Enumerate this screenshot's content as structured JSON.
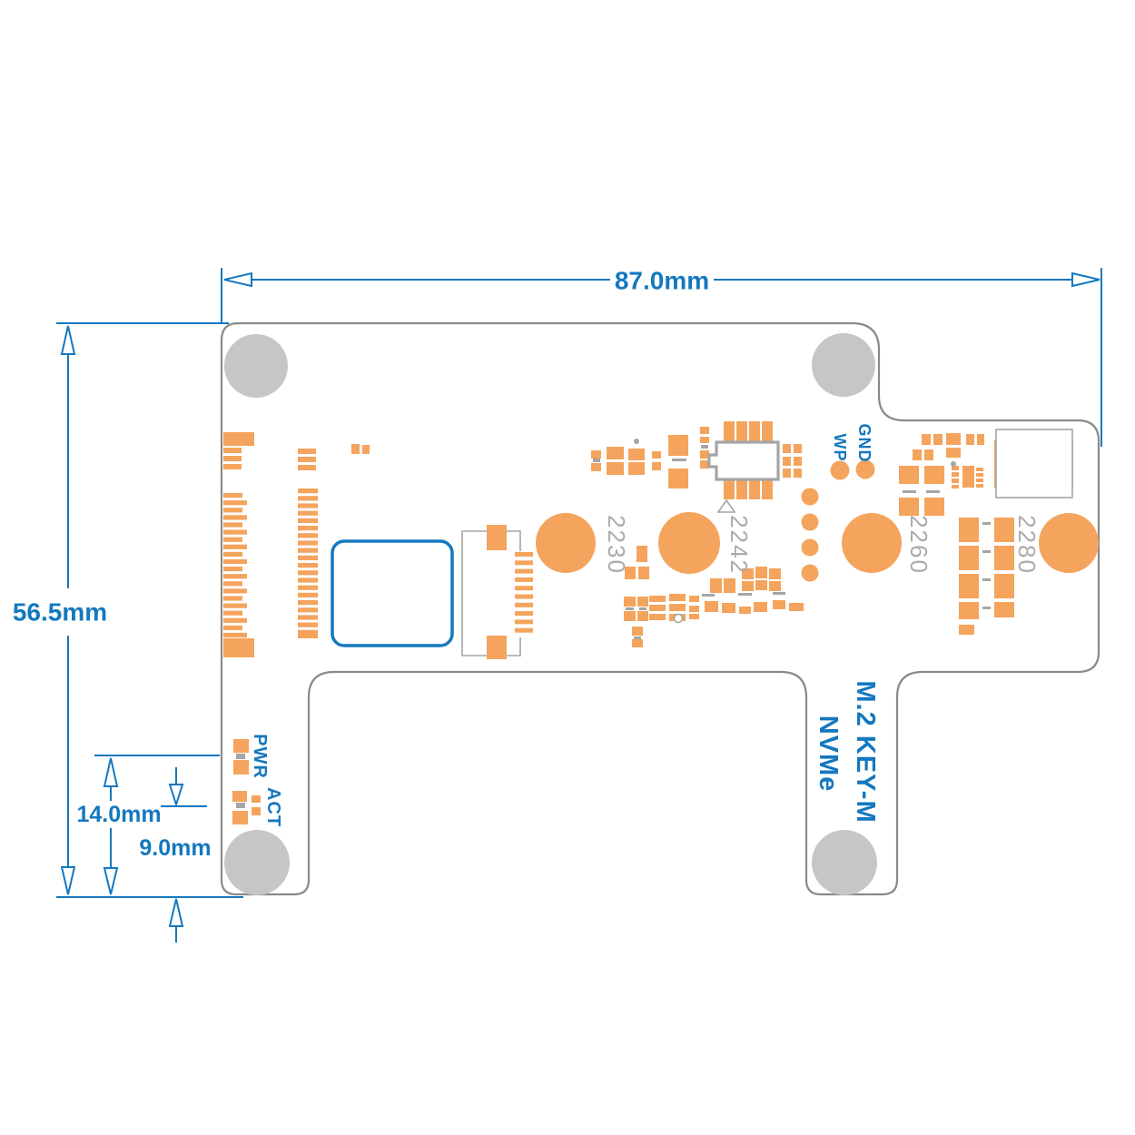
{
  "drawing": {
    "dim_board_width": "87.0mm",
    "dim_board_height": "56.5mm",
    "dim_pwr_led": "14.0mm",
    "dim_act_led": "9.0mm"
  },
  "silkscreen": {
    "gnd": "GND",
    "wp": "WP",
    "pwr": "PWR",
    "act": "ACT",
    "m2_key": "M.2 KEY-M",
    "nvme": "NVMe",
    "standoffs": [
      "2230",
      "2242",
      "2260",
      "2280"
    ]
  },
  "colors": {
    "dimension_blue": "#1478BF",
    "pad_orange": "#F4A45C",
    "hole_gray": "#C6C6C8",
    "outline_gray": "#8A8A8A",
    "label_gray": "#ABABAB"
  }
}
